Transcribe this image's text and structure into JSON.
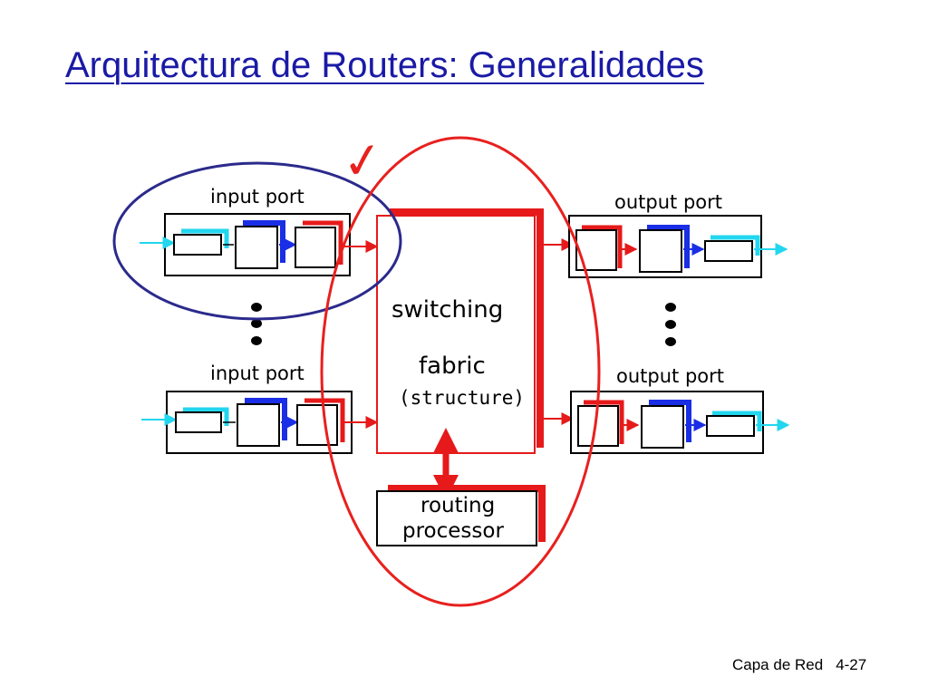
{
  "title": "Arquitectura de Routers: Generalidades",
  "diagram": {
    "input_port_top": "input port",
    "input_port_bottom": "input port",
    "output_port_top": "output port",
    "output_port_bottom": "output port",
    "fabric_line1": "switching",
    "fabric_line2": "fabric",
    "fabric_line3": "(structure)",
    "routing_line1": "routing",
    "routing_line2": "processor",
    "check_mark": "✓"
  },
  "colors": {
    "title": "#1a1aa6",
    "highlight_red": "#e8201e",
    "highlight_navy": "#2b2a8c",
    "cyan": "#22d6ee",
    "blue": "#1a2ee6",
    "red": "#e61a1a"
  },
  "footer": {
    "section": "Capa de Red",
    "page": "4-27"
  }
}
